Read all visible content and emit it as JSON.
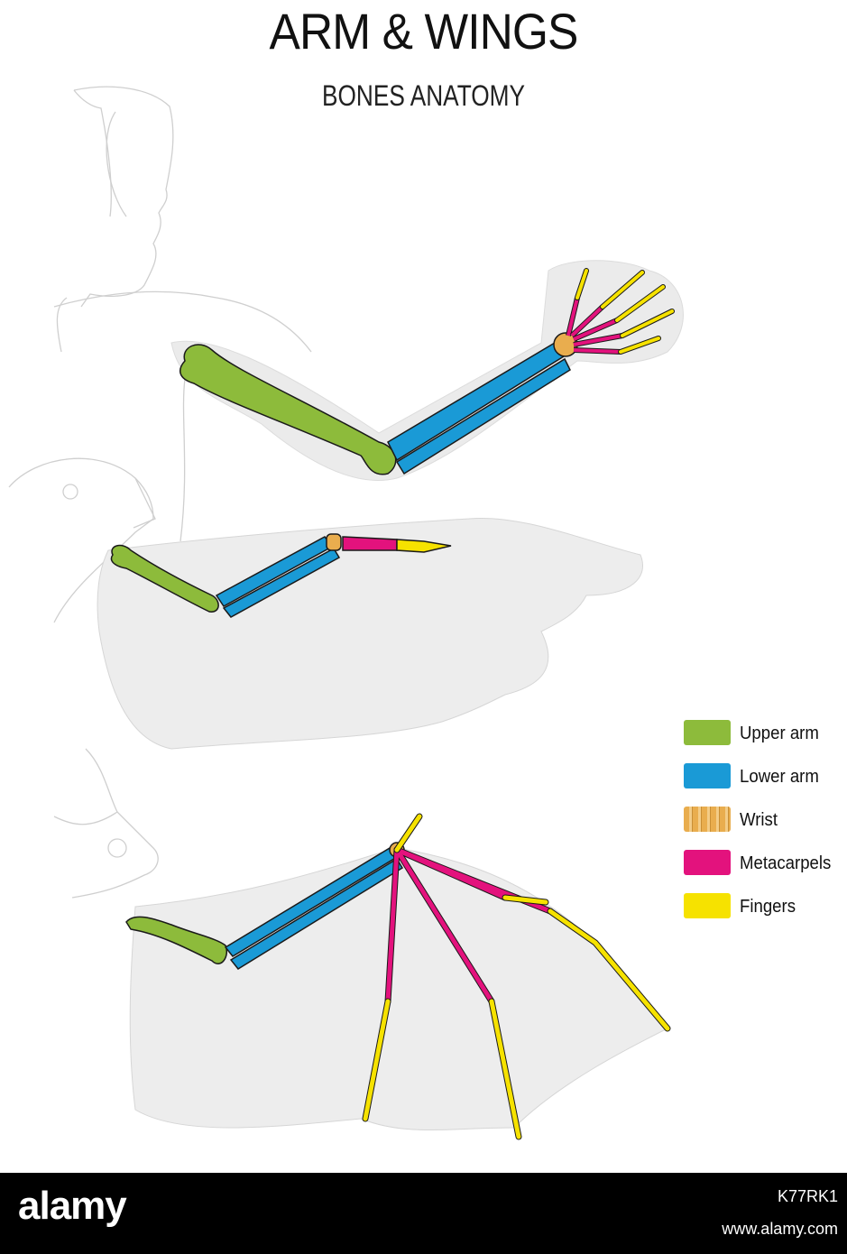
{
  "header": {
    "title": "ARM & WINGS",
    "subtitle": "BONES ANATOMY"
  },
  "legend": [
    {
      "label": "Upper arm",
      "color": "#8dbb3b",
      "icon": "green-swatch"
    },
    {
      "label": "Lower arm",
      "color": "#1a9ad6",
      "icon": "blue-swatch"
    },
    {
      "label": "Wrist",
      "color": "#e9ad4e",
      "icon": "striped-orange-swatch"
    },
    {
      "label": "Metacarpels",
      "color": "#e3127d",
      "icon": "magenta-swatch"
    },
    {
      "label": "Fingers",
      "color": "#f6e200",
      "icon": "yellow-swatch"
    }
  ],
  "colors": {
    "upper_arm": "#8dbb3b",
    "lower_arm": "#1a9ad6",
    "wrist": "#e9ad4e",
    "metacarpels": "#e3127d",
    "fingers": "#f6e200",
    "outline": "#1a1a1a",
    "silhouette": "#ededed",
    "sketch_line": "#c9c9c9"
  },
  "footer": {
    "logo": "alamy",
    "image_id": "K77RK1",
    "url": "www.alamy.com"
  }
}
